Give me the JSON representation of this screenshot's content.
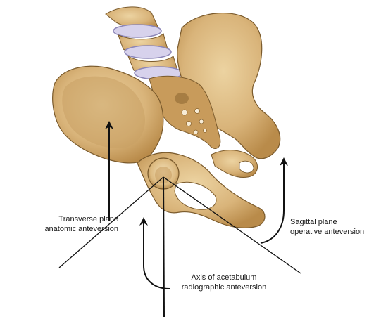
{
  "labels": {
    "transverse": {
      "line1": "Transverse plane",
      "line2": "anatomic anteversion"
    },
    "sagittal": {
      "line1": "Sagittal plane",
      "line2": "operative anteversion"
    },
    "axis": {
      "line1": "Axis of acetabulum",
      "line2": "radiographic anteversion"
    }
  },
  "colors": {
    "bone_fill": "#d9b47a",
    "bone_shade": "#b98b4a",
    "bone_outline": "#7a5a2c",
    "disc": "#d7d2ec",
    "disc_outline": "#8c86b8",
    "lines": "#111111"
  }
}
